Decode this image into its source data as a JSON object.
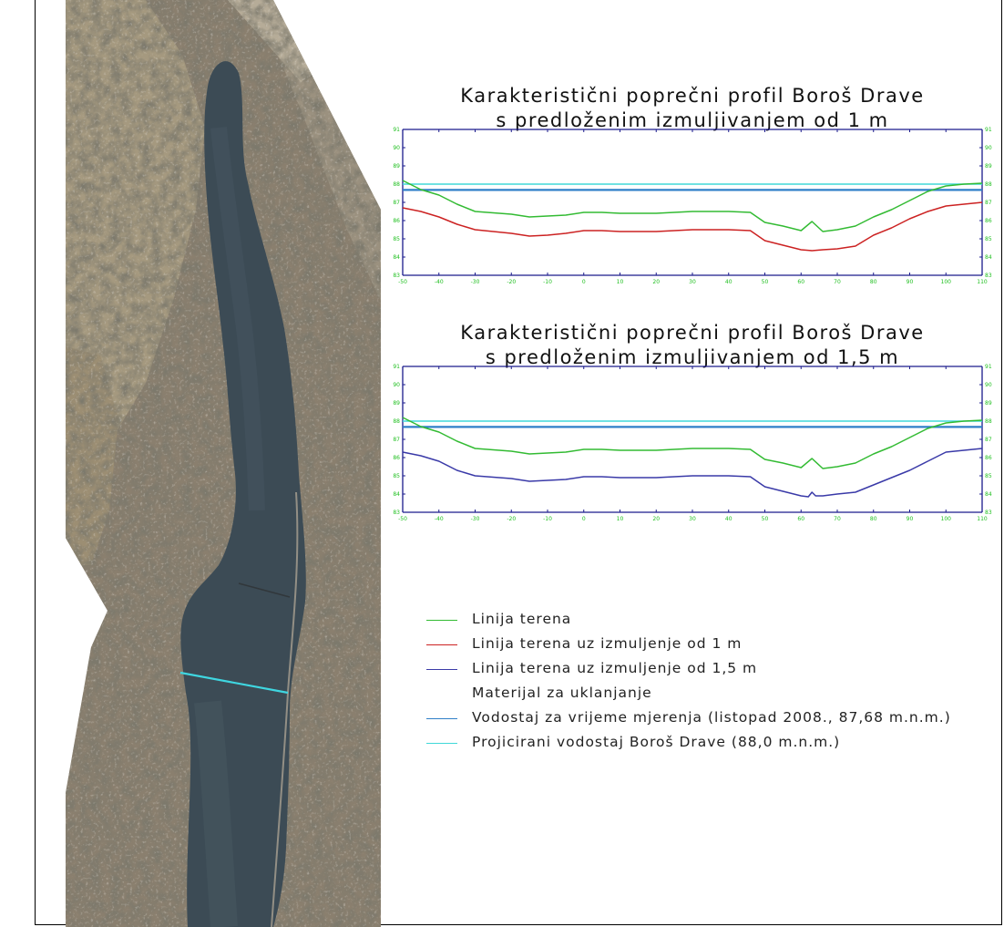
{
  "colors": {
    "terrain": "#33bb33",
    "dredge_1m": "#cc2222",
    "dredge_1_5m": "#3a3aa8",
    "water_2008": "#2f7fc8",
    "water_projected": "#40d8d8",
    "axis": "#1a1a8c",
    "tick_labels": "#1fbf1f"
  },
  "chart_data": [
    {
      "type": "line",
      "title_line1": "Karakteristični poprečni profil Boroš Drave",
      "title_line2": "s predloženim izmuljivanjem od 1 m",
      "xlabel": "",
      "ylabel": "",
      "xlim": [
        -50,
        110
      ],
      "ylim": [
        83,
        91
      ],
      "x_ticks": [
        -50,
        -40,
        -30,
        -20,
        -10,
        0,
        10,
        20,
        30,
        40,
        50,
        60,
        70,
        80,
        90,
        100,
        110
      ],
      "y_ticks": [
        83,
        84,
        85,
        86,
        87,
        88,
        89,
        90,
        91
      ],
      "hlines": [
        {
          "key": "water_projected",
          "y": 88.0
        },
        {
          "key": "water_2008",
          "y": 87.68
        }
      ],
      "series": [
        {
          "key": "terrain",
          "x": [
            -50,
            -45,
            -40,
            -35,
            -30,
            -20,
            -15,
            -10,
            -5,
            0,
            5,
            10,
            15,
            20,
            25,
            30,
            35,
            40,
            46,
            50,
            55,
            60,
            63,
            66,
            70,
            75,
            80,
            85,
            90,
            95,
            100,
            105,
            110
          ],
          "y": [
            88.2,
            87.7,
            87.4,
            86.9,
            86.5,
            86.35,
            86.2,
            86.25,
            86.3,
            86.45,
            86.45,
            86.4,
            86.4,
            86.4,
            86.45,
            86.5,
            86.5,
            86.5,
            86.45,
            85.9,
            85.7,
            85.45,
            85.95,
            85.4,
            85.5,
            85.7,
            86.2,
            86.6,
            87.1,
            87.6,
            87.9,
            88.0,
            88.05
          ]
        },
        {
          "key": "dredge_1m",
          "x": [
            -50,
            -45,
            -40,
            -35,
            -30,
            -20,
            -15,
            -10,
            -5,
            0,
            5,
            10,
            15,
            20,
            25,
            30,
            35,
            40,
            46,
            50,
            55,
            60,
            63,
            66,
            70,
            75,
            80,
            85,
            90,
            95,
            100,
            105,
            110
          ],
          "y": [
            86.7,
            86.5,
            86.2,
            85.8,
            85.5,
            85.3,
            85.15,
            85.2,
            85.3,
            85.45,
            85.45,
            85.4,
            85.4,
            85.4,
            85.45,
            85.5,
            85.5,
            85.5,
            85.45,
            84.9,
            84.65,
            84.4,
            84.35,
            84.4,
            84.45,
            84.6,
            85.2,
            85.6,
            86.1,
            86.5,
            86.8,
            86.9,
            87.0
          ]
        }
      ]
    },
    {
      "type": "line",
      "title_line1": "Karakteristični poprečni profil Boroš Drave",
      "title_line2": "s predloženim izmuljivanjem od 1,5 m",
      "xlabel": "",
      "ylabel": "",
      "xlim": [
        -50,
        110
      ],
      "ylim": [
        83,
        91
      ],
      "x_ticks": [
        -50,
        -40,
        -30,
        -20,
        -10,
        0,
        10,
        20,
        30,
        40,
        50,
        60,
        70,
        80,
        90,
        100,
        110
      ],
      "y_ticks": [
        83,
        84,
        85,
        86,
        87,
        88,
        89,
        90,
        91
      ],
      "hlines": [
        {
          "key": "water_projected",
          "y": 88.0
        },
        {
          "key": "water_2008",
          "y": 87.68
        }
      ],
      "series": [
        {
          "key": "terrain",
          "x": [
            -50,
            -45,
            -40,
            -35,
            -30,
            -20,
            -15,
            -10,
            -5,
            0,
            5,
            10,
            15,
            20,
            25,
            30,
            35,
            40,
            46,
            50,
            55,
            60,
            63,
            66,
            70,
            75,
            80,
            85,
            90,
            95,
            100,
            105,
            110
          ],
          "y": [
            88.2,
            87.7,
            87.4,
            86.9,
            86.5,
            86.35,
            86.2,
            86.25,
            86.3,
            86.45,
            86.45,
            86.4,
            86.4,
            86.4,
            86.45,
            86.5,
            86.5,
            86.5,
            86.45,
            85.9,
            85.7,
            85.45,
            85.95,
            85.4,
            85.5,
            85.7,
            86.2,
            86.6,
            87.1,
            87.6,
            87.9,
            88.0,
            88.05
          ]
        },
        {
          "key": "dredge_1_5m",
          "x": [
            -50,
            -45,
            -40,
            -35,
            -30,
            -20,
            -15,
            -10,
            -5,
            0,
            5,
            10,
            15,
            20,
            25,
            30,
            35,
            40,
            46,
            50,
            55,
            60,
            62,
            63,
            64,
            66,
            70,
            75,
            80,
            85,
            90,
            95,
            100,
            105,
            110
          ],
          "y": [
            86.3,
            86.1,
            85.8,
            85.3,
            85.0,
            84.85,
            84.7,
            84.75,
            84.8,
            84.95,
            84.95,
            84.9,
            84.9,
            84.9,
            84.95,
            85.0,
            85.0,
            85.0,
            84.95,
            84.4,
            84.15,
            83.9,
            83.85,
            84.1,
            83.9,
            83.9,
            84.0,
            84.1,
            84.5,
            84.9,
            85.3,
            85.8,
            86.3,
            86.4,
            86.5
          ]
        }
      ]
    }
  ],
  "legend": {
    "items": [
      {
        "key": "terrain",
        "label": "Linija terena"
      },
      {
        "key": "dredge_1m",
        "label": "Linija terena uz izmuljenje od 1 m"
      },
      {
        "key": "dredge_1_5m",
        "label": "Linija terena uz izmuljenje od 1,5 m"
      },
      {
        "key": "material",
        "label": "Materijal za uklanjanje"
      },
      {
        "key": "water_2008",
        "label": "Vodostaj za vrijeme mjerenja (listopad 2008., 87,68 m.n.m.)"
      },
      {
        "key": "water_projected",
        "label": "Projicirani vodostaj Boroš Drave (88,0 m.n.m.)"
      }
    ]
  },
  "aerial": {
    "section_line_color": "#3fd6e0"
  }
}
